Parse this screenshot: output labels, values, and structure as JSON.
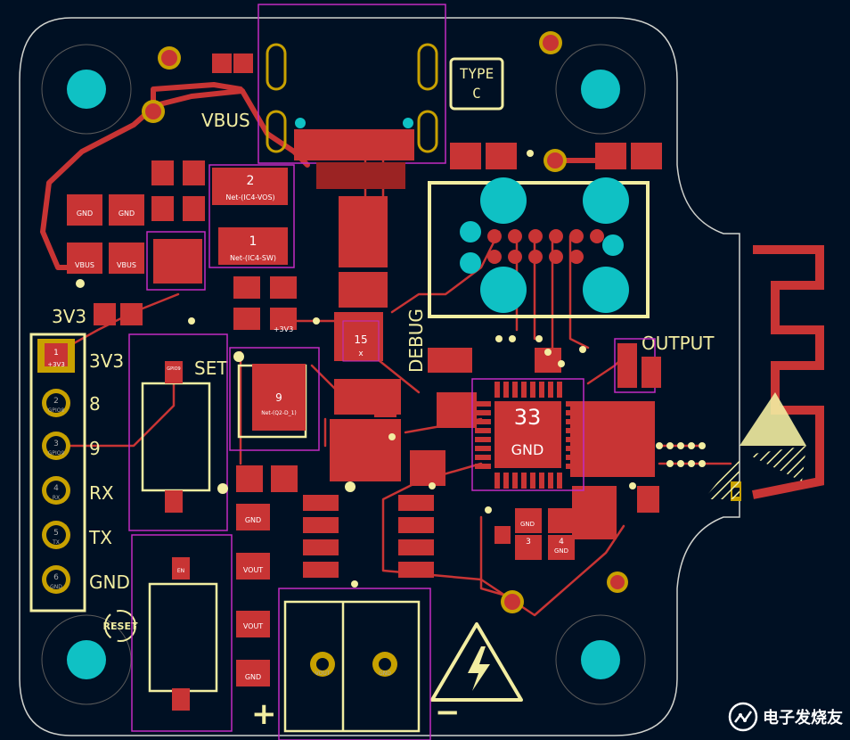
{
  "colors": {
    "background": "#001023",
    "copper": "#c83434",
    "copper_dark": "#9b2323",
    "silkscreen": "#f2eda1",
    "fab": "#c22bc2",
    "outline": "#d0d2cd",
    "pad_hole": "#0fc1c4",
    "pad_gold": "#c8a100",
    "via": "#e3b72f",
    "keepout": "#4a4a4a"
  },
  "labels": {
    "type_c_1": "TYPE",
    "type_c_2": "C",
    "vbus": "VBUS",
    "v33": "3V3",
    "set": "SET",
    "debug": "DEBUG",
    "output": "OUTPUT",
    "reset": "RESET",
    "plus": "+",
    "minus": "−"
  },
  "header_pins": [
    {
      "num": "1",
      "net": "+3V3",
      "label": "3V3"
    },
    {
      "num": "2",
      "net": "GPIO8",
      "label": "8"
    },
    {
      "num": "3",
      "net": "GPIO9",
      "label": "9"
    },
    {
      "num": "4",
      "net": "RX",
      "label": "RX"
    },
    {
      "num": "5",
      "net": "TX",
      "label": "TX"
    },
    {
      "num": "6",
      "net": "GND",
      "label": "GND"
    }
  ],
  "pad_labels": {
    "gnd": "GND",
    "vbus": "VBUS",
    "v33": "+3V3",
    "vout": "VOUT",
    "gpio9": "GPIO9",
    "en": "EN",
    "x": "x",
    "net_vos": "Net-(IC4-VOS)",
    "net_sw": "Net-(IC4-SW)",
    "net_q2": "Net-(Q2-D_1)",
    "n1": "1",
    "n2": "2",
    "n3": "3",
    "n4": "4",
    "n9": "9",
    "n15": "15",
    "n33": "33"
  },
  "watermark": {
    "text": "电子发烧友",
    "icon": "electronics-enthusiast-logo-icon"
  }
}
